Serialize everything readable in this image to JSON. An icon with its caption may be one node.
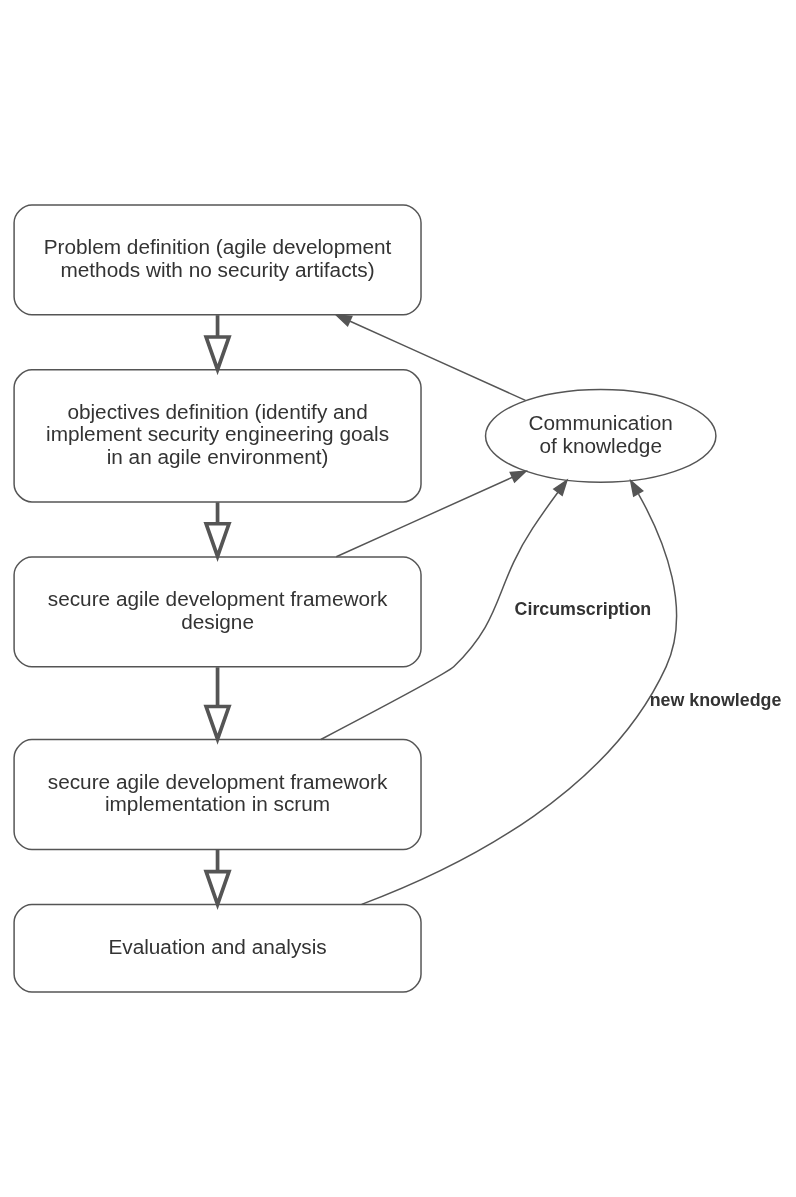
{
  "diagram": {
    "nodes": [
      {
        "text": [
          "Problem definition (agile development methods with no security artifacts)"
        ]
      },
      {
        "text": [
          "objectives definition (identify and implement security engineering goals in an agile environment)"
        ]
      },
      {
        "text": [
          "secure agile development framework designe"
        ]
      },
      {
        "text": [
          "secure agile development framework implementation in scrum"
        ]
      },
      {
        "text": [
          "Evaluation and analysis"
        ]
      },
      {
        "text": [
          "Communication of knowledge"
        ]
      }
    ],
    "edges": [
      {
        "from": 5,
        "to": 0,
        "arrow": "to"
      },
      {
        "from": 0,
        "to": 1,
        "arrow": "to",
        "style": "thick"
      },
      {
        "from": 1,
        "to": 2,
        "arrow": "to",
        "style": "thick"
      },
      {
        "from": 2,
        "to": 3,
        "arrow": "to",
        "style": "thick"
      },
      {
        "from": 3,
        "to": 4,
        "arrow": "to",
        "style": "thick"
      },
      {
        "from": 2,
        "to": 5,
        "arrow": "to"
      },
      {
        "from": 3,
        "to": 5,
        "arrow": "to",
        "label": "Circumscription"
      },
      {
        "from": 4,
        "to": 5,
        "arrow": "to",
        "label": "new knowledge"
      }
    ]
  }
}
